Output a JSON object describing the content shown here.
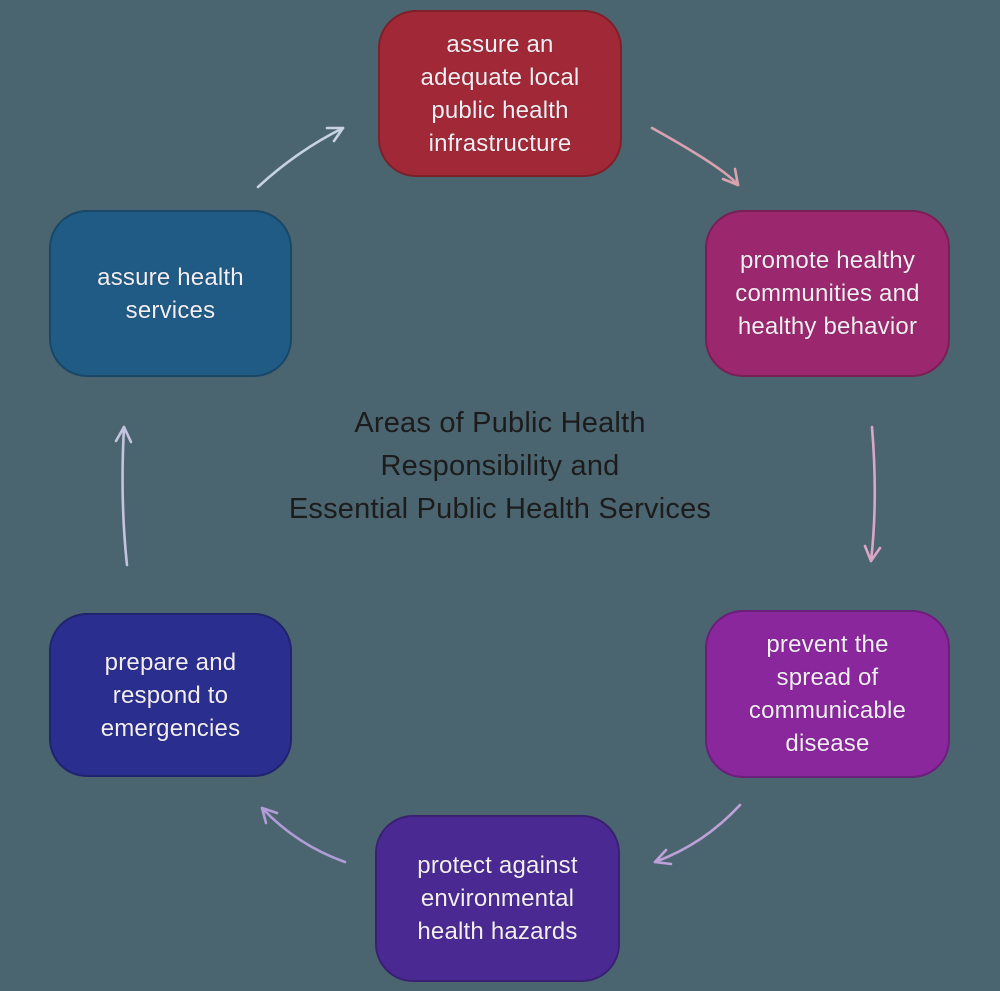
{
  "background": "#4b6570",
  "title": {
    "text": "Areas of Public Health\nResponsibility and\nEssential Public Health Services",
    "color": "#1c1c1c"
  },
  "boxes": [
    {
      "id": "assure-infrastructure",
      "label": "assure an\nadequate local\npublic health\ninfrastructure",
      "color": "#a12937"
    },
    {
      "id": "promote-healthy-communities",
      "label": "promote healthy\ncommunities and\nhealthy behavior",
      "color": "#9b286e"
    },
    {
      "id": "prevent-communicable-disease",
      "label": "prevent the\nspread of\ncommunicable\ndisease",
      "color": "#8a279d"
    },
    {
      "id": "protect-environmental-hazards",
      "label": "protect against\nenvironmental\nhealth hazards",
      "color": "#4a2a92"
    },
    {
      "id": "prepare-respond-emergencies",
      "label": "prepare and\nrespond to\nemergencies",
      "color": "#2a2e8e"
    },
    {
      "id": "assure-health-services",
      "label": "assure health\nservices",
      "color": "#1f5b84"
    }
  ],
  "arrows": [
    {
      "from": "assure-health-services",
      "to": "assure-infrastructure",
      "color": "#c8d3e2"
    },
    {
      "from": "assure-infrastructure",
      "to": "promote-healthy-communities",
      "color": "#d9a2ae"
    },
    {
      "from": "promote-healthy-communities",
      "to": "prevent-communicable-disease",
      "color": "#d9a6c6"
    },
    {
      "from": "prevent-communicable-disease",
      "to": "protect-environmental-hazards",
      "color": "#bda1d9"
    },
    {
      "from": "protect-environmental-hazards",
      "to": "prepare-respond-emergencies",
      "color": "#b09cd6"
    },
    {
      "from": "prepare-respond-emergencies",
      "to": "assure-health-services",
      "color": "#c4c4df"
    }
  ],
  "box_text_color": "#f2eef3"
}
